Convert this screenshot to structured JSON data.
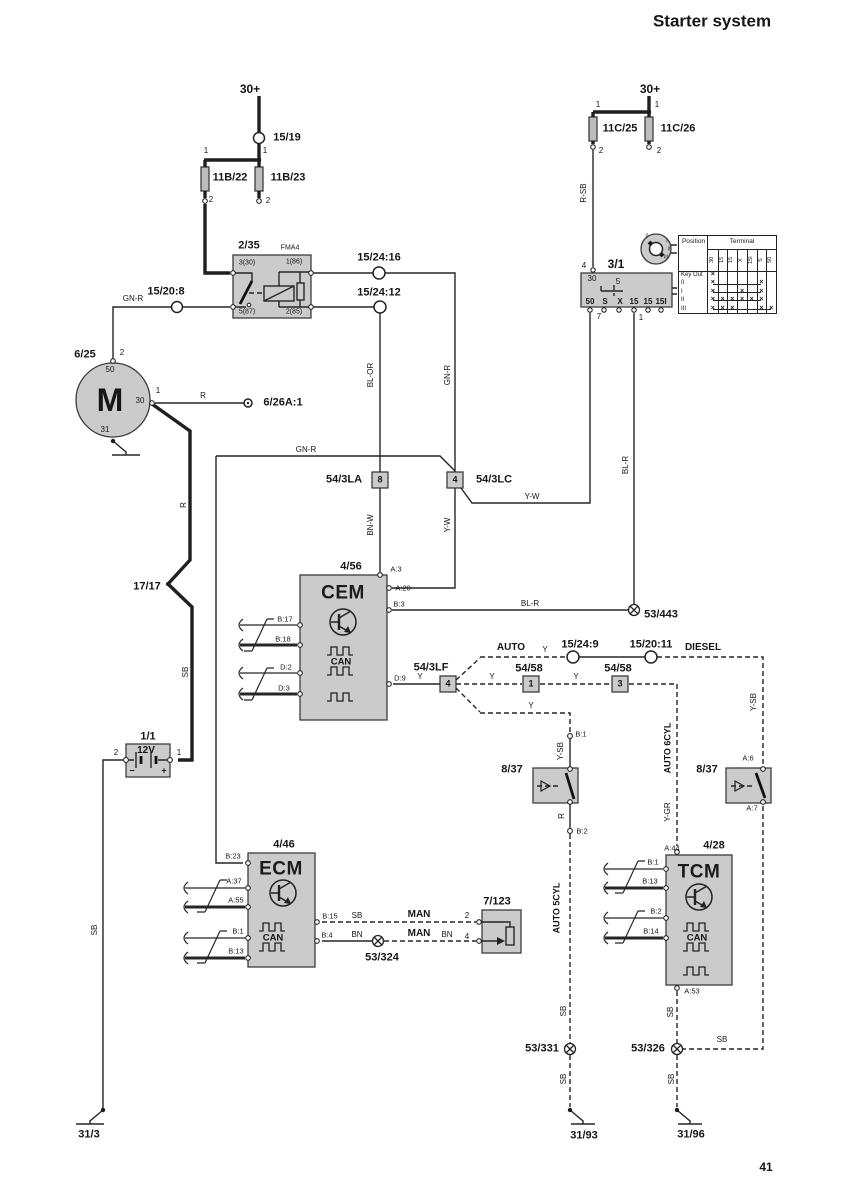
{
  "title": "Starter system",
  "page": "41",
  "tl": {
    "b30": "30+",
    "t1519": "15/19",
    "one_l": "1",
    "one_r": "1",
    "f22": "11B/22",
    "f23": "11B/23",
    "two_l": "2",
    "two_r": "2"
  },
  "rly": {
    "name": "2/35",
    "type": "FMA4",
    "p330": "3(30)",
    "p186": "1(86)",
    "p587": "5(87)",
    "p285": "2(85)",
    "o16": "15/24:16",
    "o12": "15/24:12",
    "in8": "15/20:8",
    "gnr": "GN-R"
  },
  "mot": {
    "name": "6/25",
    "m": "M",
    "p2": "2",
    "p50": "50",
    "p1": "1",
    "p30": "30",
    "p31": "31",
    "r": "R",
    "term": "6/26A:1"
  },
  "run": {
    "s1717": "17/17",
    "r": "R",
    "sb": "SB",
    "sb2": "SB",
    "gnd": "31/3"
  },
  "bat": {
    "name": "1/1",
    "v": "12V",
    "p2": "2",
    "p1": "1",
    "minus": "−",
    "plus": "+"
  },
  "tr": {
    "b30": "30+",
    "one_l": "1",
    "one_r": "1",
    "f25": "11C/25",
    "f26": "11C/26",
    "two_l": "2",
    "two_r": "2",
    "rsb": "R-SB"
  },
  "ign": {
    "name": "3/1",
    "p4": "4",
    "p30": "30",
    "p5": "5",
    "t": [
      "50",
      "S",
      "X",
      "15",
      "15",
      "15I"
    ],
    "w7": "7",
    "w1": "1",
    "key": [
      "0",
      "I",
      "II",
      "III"
    ]
  },
  "tbl": {
    "pos": "Position",
    "term": "Terminal",
    "cols": [
      "30",
      "15",
      "15",
      "X",
      "15I",
      "S",
      "50"
    ],
    "rows": [
      {
        "label": "Key Out",
        "marks": [
          1,
          0,
          0,
          0,
          0,
          0,
          0
        ]
      },
      {
        "label": "0",
        "marks": [
          1,
          0,
          0,
          0,
          0,
          1,
          0
        ]
      },
      {
        "label": "I",
        "marks": [
          1,
          0,
          0,
          1,
          0,
          1,
          0
        ]
      },
      {
        "label": "II",
        "marks": [
          1,
          1,
          1,
          1,
          1,
          1,
          0
        ]
      },
      {
        "label": "III",
        "marks": [
          1,
          1,
          1,
          0,
          0,
          1,
          1
        ]
      }
    ]
  },
  "mid": {
    "gnr": "GN-R",
    "blor": "BL-OR",
    "gnrv": "GN-R",
    "blrv": "BL-R",
    "c8name": "54/3LA",
    "c8": "8",
    "c4": "4",
    "c4name": "54/3LC",
    "bnw": "BN-W",
    "ywv": "Y-W",
    "ywh": "Y-W",
    "blr": "BL-R",
    "s443": "53/443"
  },
  "cem": {
    "name": "4/56",
    "t": "CEM",
    "can": "CAN",
    "a3": "A:3",
    "a20": "A:20",
    "b3": "B:3",
    "d9": "D:9",
    "b17": "B:17",
    "b18": "B:18",
    "d2": "D:2",
    "d3": "D:3"
  },
  "sel": {
    "auto": "AUTO",
    "ya": "Y",
    "t249": "15/24:9",
    "t2011": "15/20:11",
    "diesel": "DIESEL",
    "ysb": "Y-SB",
    "lf": "54/3LF",
    "lf4": "4",
    "y0": "Y",
    "ym1": "Y",
    "c1name": "54/58",
    "c1": "1",
    "ym2": "Y",
    "c3name": "54/58",
    "c3": "3",
    "yl": "Y"
  },
  "r837l": {
    "name": "8/37",
    "b1": "B:1",
    "ysb": "Y-SB",
    "r": "R",
    "b2": "B:2",
    "auto5": "AUTO 5CYL",
    "sbt": "SB",
    "s331": "53/331",
    "sbb": "SB",
    "gnd": "31/93"
  },
  "r837r": {
    "name": "8/37",
    "a6": "A:6",
    "a7": "A:7",
    "auto6": "AUTO 6CYL",
    "ygr": "Y-GR",
    "sbh": "SB",
    "sbt": "SB",
    "s326": "53/326",
    "sbb": "SB",
    "gnd": "31/96"
  },
  "ecm": {
    "name": "4/46",
    "t": "ECM",
    "can": "CAN",
    "b23": "B:23",
    "a37": "A:37",
    "a55": "A:55",
    "b1": "B:1",
    "b13": "B:13",
    "b15": "B:15",
    "sb": "SB",
    "man1": "MAN",
    "n2": "2",
    "b4": "B:4",
    "bn1": "BN",
    "s324": "53/324",
    "man2": "MAN",
    "bn2": "BN",
    "n4": "4",
    "res": "7/123"
  },
  "tcm": {
    "name": "4/28",
    "t": "TCM",
    "can": "CAN",
    "a44": "A:44",
    "b1": "B:1",
    "b13": "B:13",
    "b2": "B:2",
    "b14": "B:14",
    "a53": "A:53"
  }
}
